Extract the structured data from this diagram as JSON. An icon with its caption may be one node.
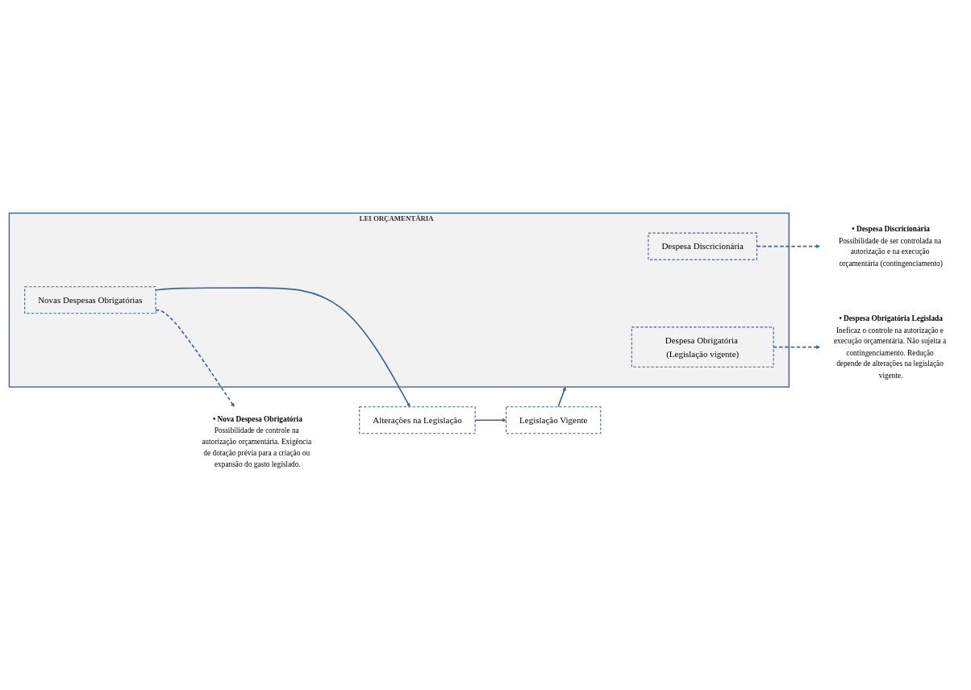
{
  "diagram": {
    "nodes": [
      {
        "text": [
          "LEI ORÇAMENTÁRIA"
        ]
      },
      {
        "text": [
          "Despesa Discricionária"
        ],
        "in": 0
      },
      {
        "text": [
          "Despesa Obrigatória (Legislação vigente)"
        ],
        "in": 0
      },
      {
        "text": [
          "Novas Despesas Obrigatórias"
        ],
        "in": 0
      },
      {
        "text": [
          "Legislação Vigente"
        ]
      },
      {
        "text": [
          "Alterações na Legislação"
        ]
      },
      {
        "text": [
          "• Despesa Discricionária",
          "Possibilidade de ser controlada na autorização e na execução orçamentária (contingenciamento)"
        ]
      },
      {
        "text": [
          "• Despesa Obrigatória Legislada",
          "Ineficaz o controle na autorização e execução orçamentária. Não sujeita a contingenciamento. Redução depende de alterações na legislação vigente."
        ]
      },
      {
        "text": [
          "• Nova Despesa Obrigatória",
          "Possibilidade de controle na autorização orçamentária. Exigência de dotação prévia para a criação ou expansão do gasto legislado."
        ]
      }
    ],
    "edges": [
      {
        "from": 4,
        "to": 0,
        "arrow": "to"
      },
      {
        "from": 3,
        "to": 5,
        "arrow": "to"
      },
      {
        "from": 5,
        "to": 4,
        "arrow": "to"
      },
      {
        "from": 1,
        "to": 6,
        "arrow": "to",
        "style": "dashed"
      },
      {
        "from": 2,
        "to": 7,
        "arrow": "to",
        "style": "dashed"
      },
      {
        "from": 3,
        "to": 8,
        "arrow": "to",
        "style": "dashed"
      }
    ]
  }
}
